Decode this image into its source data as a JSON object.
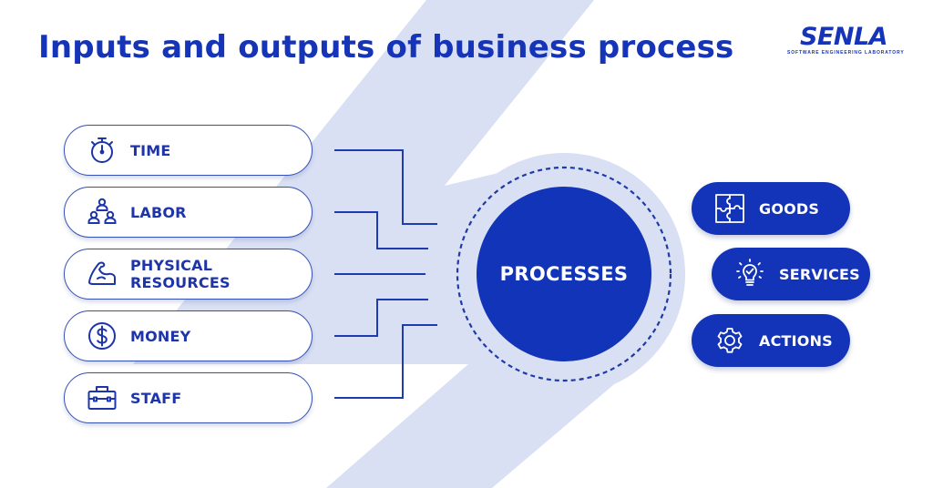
{
  "header": {
    "title": "Inputs and outputs of business process"
  },
  "logo": {
    "name": "SENLA",
    "tagline": "SOFTWARE ENGINEERING LABORATORY"
  },
  "inputs": [
    {
      "label": "TIME",
      "icon": "stopwatch-icon"
    },
    {
      "label": "LABOR",
      "icon": "team-hierarchy-icon"
    },
    {
      "label": "PHYSICAL RESOURCES",
      "icon": "flexed-arm-icon"
    },
    {
      "label": "MONEY",
      "icon": "dollar-coin-icon"
    },
    {
      "label": "STAFF",
      "icon": "briefcase-icon"
    }
  ],
  "center": {
    "label": "PROCESSES"
  },
  "outputs": [
    {
      "label": "GOODS",
      "icon": "puzzle-icon"
    },
    {
      "label": "SERVICES",
      "icon": "lightbulb-check-icon"
    },
    {
      "label": "ACTIONS",
      "icon": "gear-icon"
    }
  ],
  "colors": {
    "primary": "#1334b8",
    "outline": "#3450b8",
    "background_band": "#d9e0f3",
    "background": "#ffffff"
  }
}
